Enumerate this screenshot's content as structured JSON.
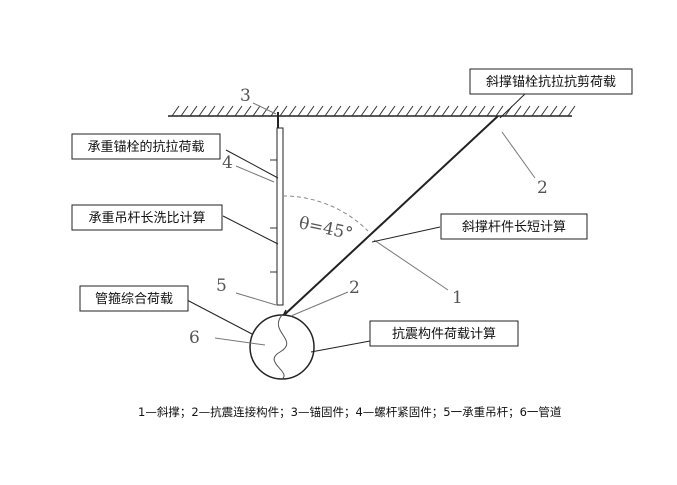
{
  "labels": {
    "brace_anchor_load": "斜撑锚栓抗拉抗剪荷载",
    "hanger_anchor_load": "承重锚栓的抗拉荷载",
    "hanger_rod_ratio": "承重吊杆长洗比计算",
    "brace_rod_length": "斜撑杆件长短计算",
    "pipe_load": "管箍综合荷载",
    "seismic_member_load": "抗震构件荷载计算"
  },
  "numbers": {
    "n1": "1",
    "n2a": "2",
    "n2b": "2",
    "n3": "3",
    "n4": "4",
    "n5": "5",
    "n6": "6"
  },
  "angle_label": "θ=45°",
  "caption": "1—斜撑；2—抗震连接构件；3—锚固件；4—螺杆紧固件；5一承重吊杆；6一管道"
}
